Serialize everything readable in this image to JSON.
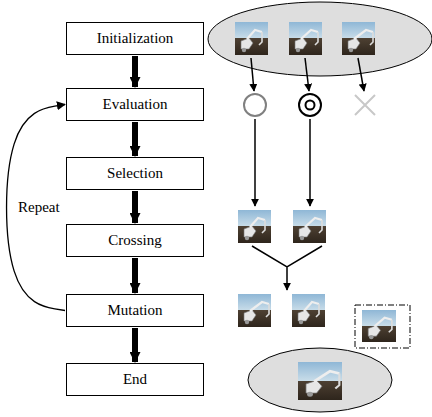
{
  "diagram": {
    "nodes": [
      {
        "text": [
          "Initialization"
        ]
      },
      {
        "text": [
          "Evaluation"
        ]
      },
      {
        "text": [
          "Selection"
        ]
      },
      {
        "text": [
          "Crossing"
        ]
      },
      {
        "text": [
          "Mutation"
        ]
      },
      {
        "text": [
          "End"
        ]
      }
    ],
    "edges": [
      {
        "from": 0,
        "to": 1,
        "arrow": "to"
      },
      {
        "from": 1,
        "to": 2,
        "arrow": "to"
      },
      {
        "from": 2,
        "to": 3,
        "arrow": "to"
      },
      {
        "from": 3,
        "to": 4,
        "arrow": "to"
      },
      {
        "from": 4,
        "to": 5,
        "arrow": "to"
      },
      {
        "from": 4,
        "to": 1,
        "label": "Repeat",
        "arrow": "to"
      }
    ]
  }
}
